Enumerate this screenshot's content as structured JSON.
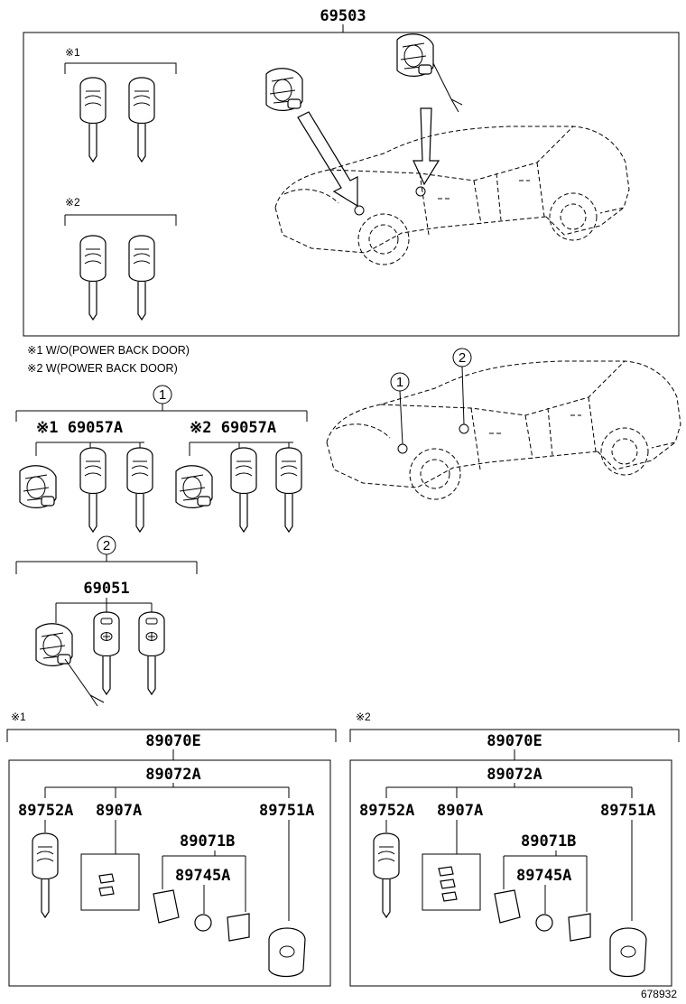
{
  "header": {
    "assembly_number": "69503"
  },
  "notes": {
    "group1_mark": "※1",
    "group2_mark": "※2",
    "note1": "※1 W/O(POWER BACK DOOR)",
    "note2": "※2 W(POWER BACK DOOR)"
  },
  "callouts": {
    "c1": "1",
    "c2": "2"
  },
  "lock_sets": {
    "set1_label": "※1 69057A",
    "set2_label": "※2 69057A",
    "set3_label": "69051"
  },
  "transmitter_left": {
    "group_mark": "※1",
    "assembly": "89070E",
    "sub_assembly": "89072A",
    "key_blank": "89752A",
    "label_sheet": "8907A",
    "case": "89071B",
    "battery": "89745A",
    "key_head": "89751A"
  },
  "transmitter_right": {
    "group_mark": "※2",
    "assembly": "89070E",
    "sub_assembly": "89072A",
    "key_blank": "89752A",
    "label_sheet": "8907A",
    "case": "89071B",
    "battery": "89745A",
    "key_head": "89751A"
  },
  "footer": {
    "diagram_number": "678932"
  }
}
